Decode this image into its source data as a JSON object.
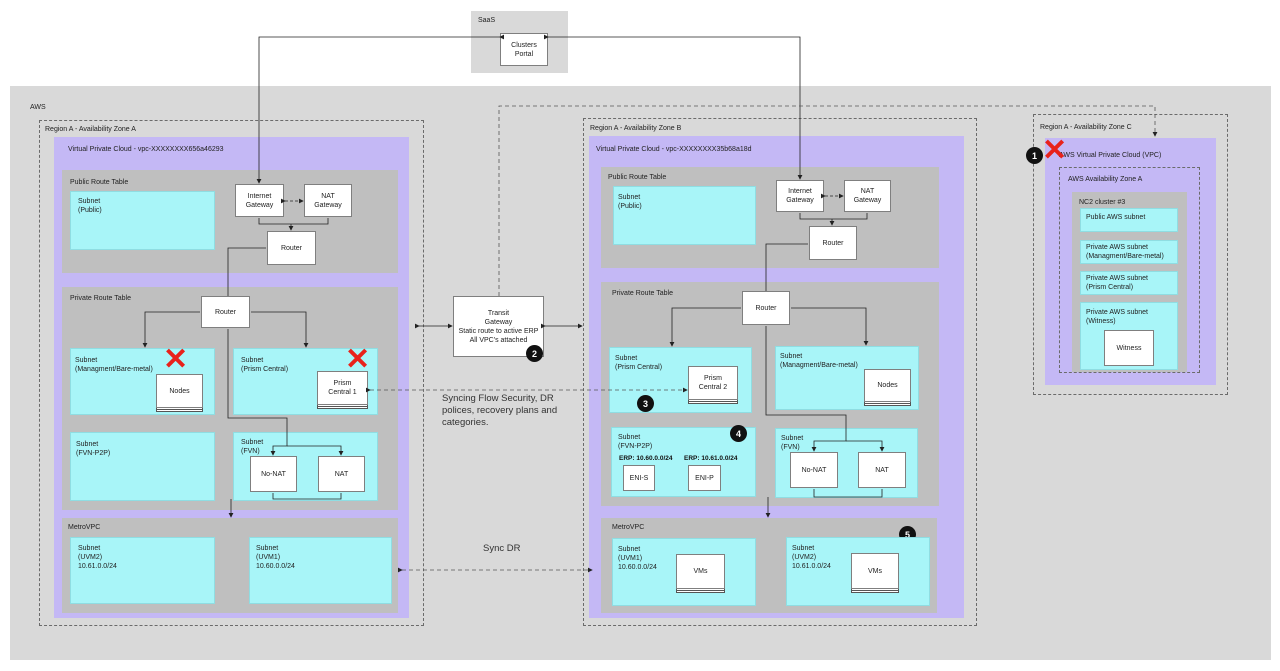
{
  "saas": {
    "title": "SaaS",
    "portal": "Clusters\nPortal"
  },
  "aws": {
    "title": "AWS"
  },
  "zone_a": {
    "title": "Region A - Availability Zone A",
    "vpc": "Virtual Private Cloud - vpc-XXXXXXXX656a46293",
    "public_rt": "Public Route Table",
    "subnet_public": "Subnet\n(Public)",
    "internet_gw": "Internet\nGateway",
    "nat_gw": "NAT\nGateway",
    "router_pub": "Router",
    "private_rt": "Private Route Table",
    "router_priv": "Router",
    "subnet_mgmt": "Subnet\n(Managment/Bare-metal)",
    "nodes": "Nodes",
    "subnet_pc": "Subnet\n(Prism Central)",
    "pc1": "Prism\nCentral 1",
    "subnet_fvn_p2p": "Subnet\n(FVN-P2P)",
    "subnet_fvn": "Subnet\n(FVN)",
    "no_nat": "No-NAT",
    "nat": "NAT",
    "metro": "MetroVPC",
    "subnet_uvm2": "Subnet\n(UVM2)\n10.61.0.0/24",
    "subnet_uvm1": "Subnet\n(UVM1)\n10.60.0.0/24"
  },
  "transit": {
    "text": "Transit\nGateway\nStatic route to active ERP\nAll VPC's attached",
    "badge": "2"
  },
  "notes": {
    "sync_flow": "Syncing Flow Security, DR\npolices, recovery plans and\ncategories.",
    "sync_dr": "Sync DR"
  },
  "zone_b": {
    "title": "Region  A - Availability Zone B",
    "vpc": "Virtual Private Cloud - vpc-XXXXXXXX35b68a18d",
    "public_rt": "Public Route Table",
    "subnet_public": "Subnet\n(Public)",
    "internet_gw": "Internet\nGateway",
    "nat_gw": "NAT\nGateway",
    "router_pub": "Router",
    "private_rt": "Private Route Table",
    "router_priv": "Router",
    "subnet_pc": "Subnet\n(Prism Central)",
    "pc2": "Prism\nCentral 2",
    "badge3": "3",
    "subnet_mgmt": "Subnet\n(Managment/Bare-metal)",
    "nodes": "Nodes",
    "subnet_fvn_p2p": "Subnet\n(FVN-P2P)",
    "badge4": "4",
    "erp1": "ERP: 10.60.0.0/24",
    "erp2": "ERP: 10.61.0.0/24",
    "eni_s": "ENI-S",
    "eni_p": "ENI-P",
    "subnet_fvn": "Subnet\n(FVN)",
    "no_nat": "No-NAT",
    "nat": "NAT",
    "metro": "MetroVPC",
    "badge5": "5",
    "subnet_uvm1": "Subnet\n(UVM1)\n10.60.0.0/24",
    "vms1": "VMs",
    "subnet_uvm2": "Subnet\n(UVM2)\n10.61.0.0/24",
    "vms2": "VMs"
  },
  "zone_c": {
    "title": "Region A - Availability Zone C",
    "badge1": "1",
    "vpc": "AWS Virtual Private Cloud (VPC)",
    "az": "AWS Availability Zone A",
    "cluster": "NC2 cluster #3",
    "s1": "Public AWS subnet",
    "s2": "Private AWS subnet\n(Managment/Bare-metal)",
    "s3": "Private AWS subnet\n(Prism Central)",
    "s4": "Private AWS subnet\n(Witness)",
    "witness": "Witness"
  },
  "colors": {
    "purple": "#c4b8f5",
    "cyan": "#a8f5f8",
    "gray": "#bfbfbf",
    "failure": "#e8221b"
  }
}
